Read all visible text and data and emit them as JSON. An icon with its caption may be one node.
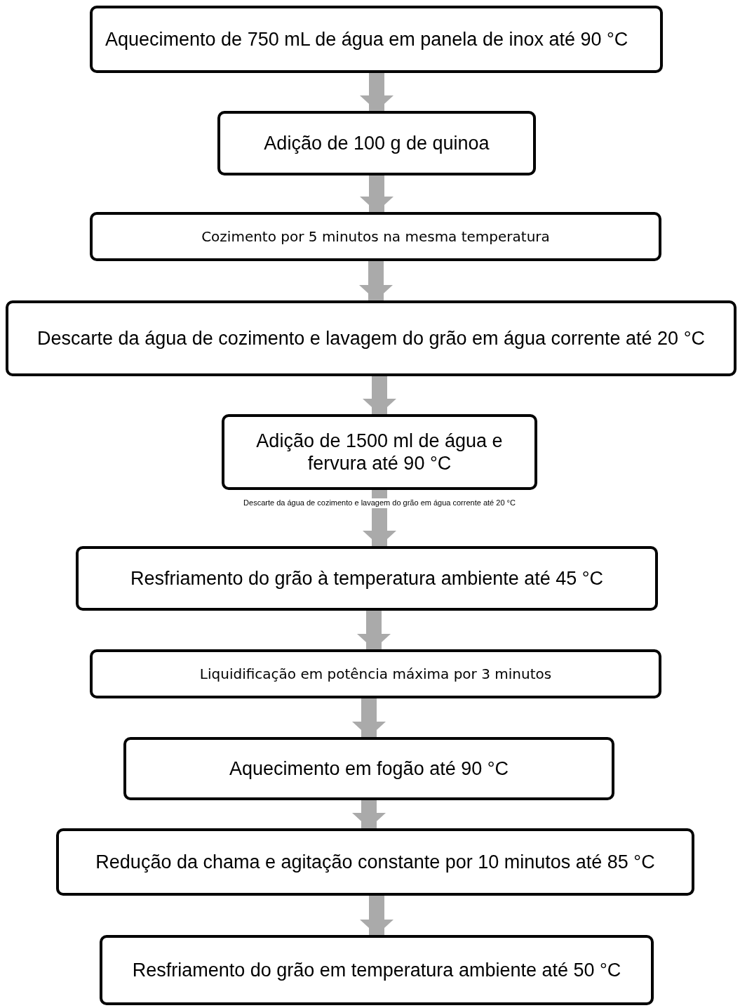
{
  "diagram": {
    "nodes": [
      {
        "text": [
          "Aquecimento de 750 mL de água em panela de inox até 90 °C"
        ]
      },
      {
        "text": [
          "Adição de 100 g de quinoa"
        ]
      },
      {
        "text": [
          "Cozimento por 5 minutos na mesma temperatura"
        ]
      },
      {
        "text": [
          "Descarte da água de cozimento e lavagem do grão em água corrente até 20 °C"
        ]
      },
      {
        "text": [
          "Adição de 1500 ml de água e fervura até 90 °C"
        ]
      },
      {
        "text": [
          "Resfriamento do grão à temperatura ambiente até 45 °C"
        ]
      },
      {
        "text": [
          "Liquidificação em potência máxima por 3 minutos"
        ]
      },
      {
        "text": [
          "Aquecimento em fogão até 90 °C"
        ]
      },
      {
        "text": [
          "Redução da chama e agitação constante por 10 minutos até 85 °C"
        ]
      },
      {
        "text": [
          "Resfriamento do grão em temperatura ambiente até 50 °C"
        ]
      }
    ],
    "edges": [
      {
        "from": 0,
        "to": 1,
        "arrow": "to"
      },
      {
        "from": 1,
        "to": 2,
        "arrow": "to"
      },
      {
        "from": 2,
        "to": 3,
        "arrow": "to"
      },
      {
        "from": 3,
        "to": 4,
        "arrow": "to"
      },
      {
        "from": 4,
        "to": 5,
        "arrow": "to",
        "label": "Descarte da água de cozimento e lavagem do grão em água corrente até 20 °C"
      },
      {
        "from": 5,
        "to": 6,
        "arrow": "to"
      },
      {
        "from": 6,
        "to": 7,
        "arrow": "to"
      },
      {
        "from": 7,
        "to": 8,
        "arrow": "to"
      },
      {
        "from": 8,
        "to": 9,
        "arrow": "to"
      }
    ]
  }
}
